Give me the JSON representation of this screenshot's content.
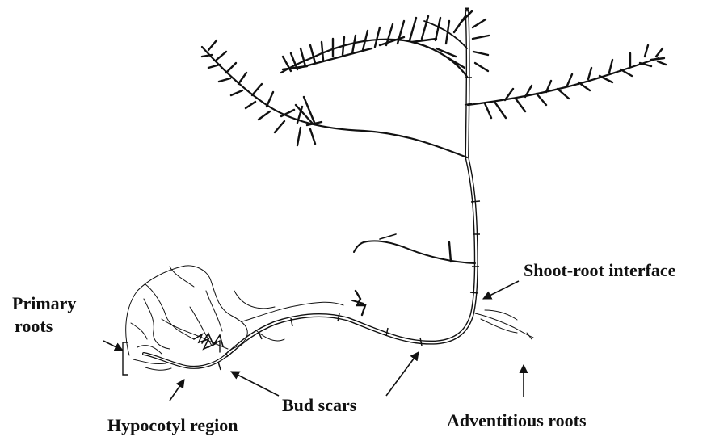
{
  "labels": {
    "primary_roots_line1": "Primary",
    "primary_roots_line2": "roots",
    "hypocotyl_region": "Hypocotyl region",
    "bud_scars": "Bud scars",
    "adventitious_roots": "Adventitious roots",
    "shoot_root_interface": "Shoot-root interface"
  },
  "colors": {
    "ink": "#111111",
    "background": "#ffffff"
  }
}
